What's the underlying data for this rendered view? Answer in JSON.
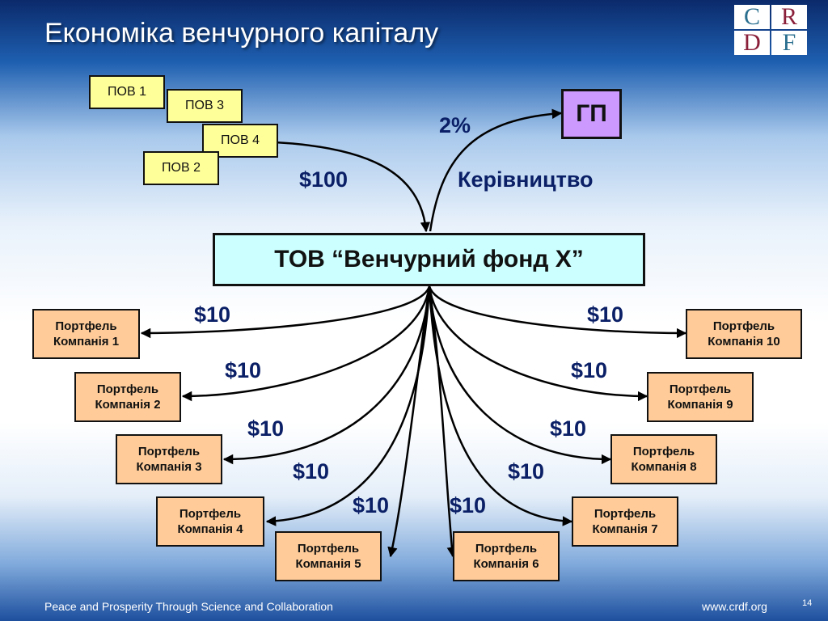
{
  "title": "Економіка венчурного капіталу",
  "logo": {
    "letters": [
      "C",
      "R",
      "D",
      "F"
    ],
    "colors": [
      "#2a6f8f",
      "#8a1f3a",
      "#8a1f3a",
      "#2a6f8f"
    ]
  },
  "limited_partners": [
    "ПОВ 1",
    "ПОВ 3",
    "ПОВ 4",
    "ПОВ 2"
  ],
  "general_partner": "ГП",
  "fund": "ТОВ “Венчурний фонд Х”",
  "labels": {
    "investment": "$100",
    "fee": "2%",
    "management": "Керівництво",
    "per_company": "$10"
  },
  "portfolio": [
    {
      "line1": "Портфель",
      "line2": "Компанія 1"
    },
    {
      "line1": "Портфель",
      "line2": "Компанія 2"
    },
    {
      "line1": "Портфель",
      "line2": "Компанія 3"
    },
    {
      "line1": "Портфель",
      "line2": "Компанія 4"
    },
    {
      "line1": "Портфель",
      "line2": "Компанія 5"
    },
    {
      "line1": "Портфель",
      "line2": "Компанія 6"
    },
    {
      "line1": "Портфель",
      "line2": "Компанія 7"
    },
    {
      "line1": "Портфель",
      "line2": "Компанія 8"
    },
    {
      "line1": "Портфель",
      "line2": "Компанія 9"
    },
    {
      "line1": "Портфель",
      "line2": "Компанія 10"
    }
  ],
  "footer": "Peace and Prosperity Through Science and Collaboration",
  "website": "www.crdf.org",
  "page_number": "14"
}
